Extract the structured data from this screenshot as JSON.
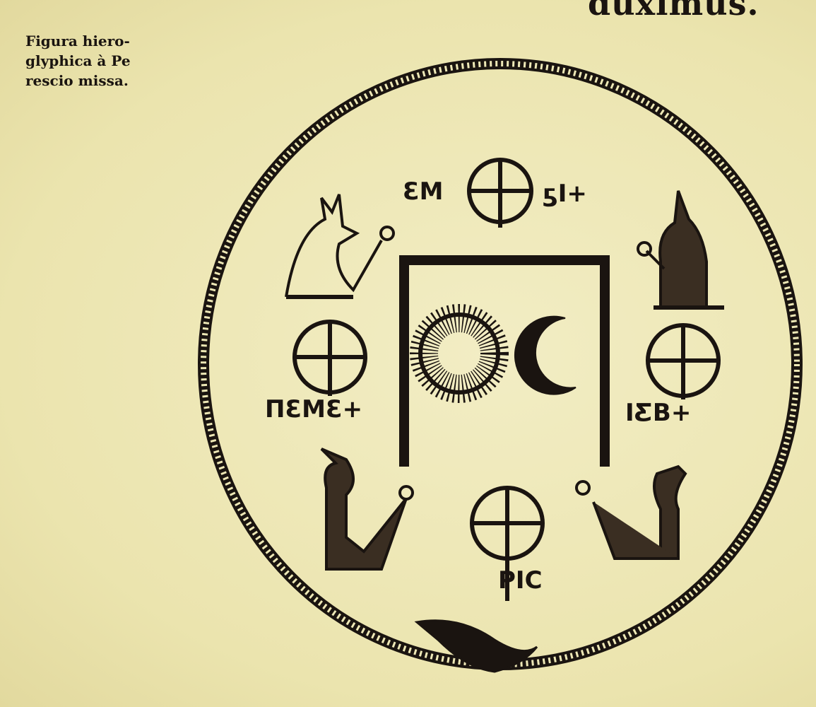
{
  "header": {
    "word": "duximus."
  },
  "margin_note": {
    "lines": [
      "Figura hiero-",
      "glyphica à Pe",
      "rescio missa."
    ]
  },
  "figure": {
    "labels": {
      "top": "ƐM",
      "top_right": "ƽI+",
      "left": "ΠƐMƐ+",
      "right": "IƸB+",
      "bottom": "PIC"
    }
  }
}
